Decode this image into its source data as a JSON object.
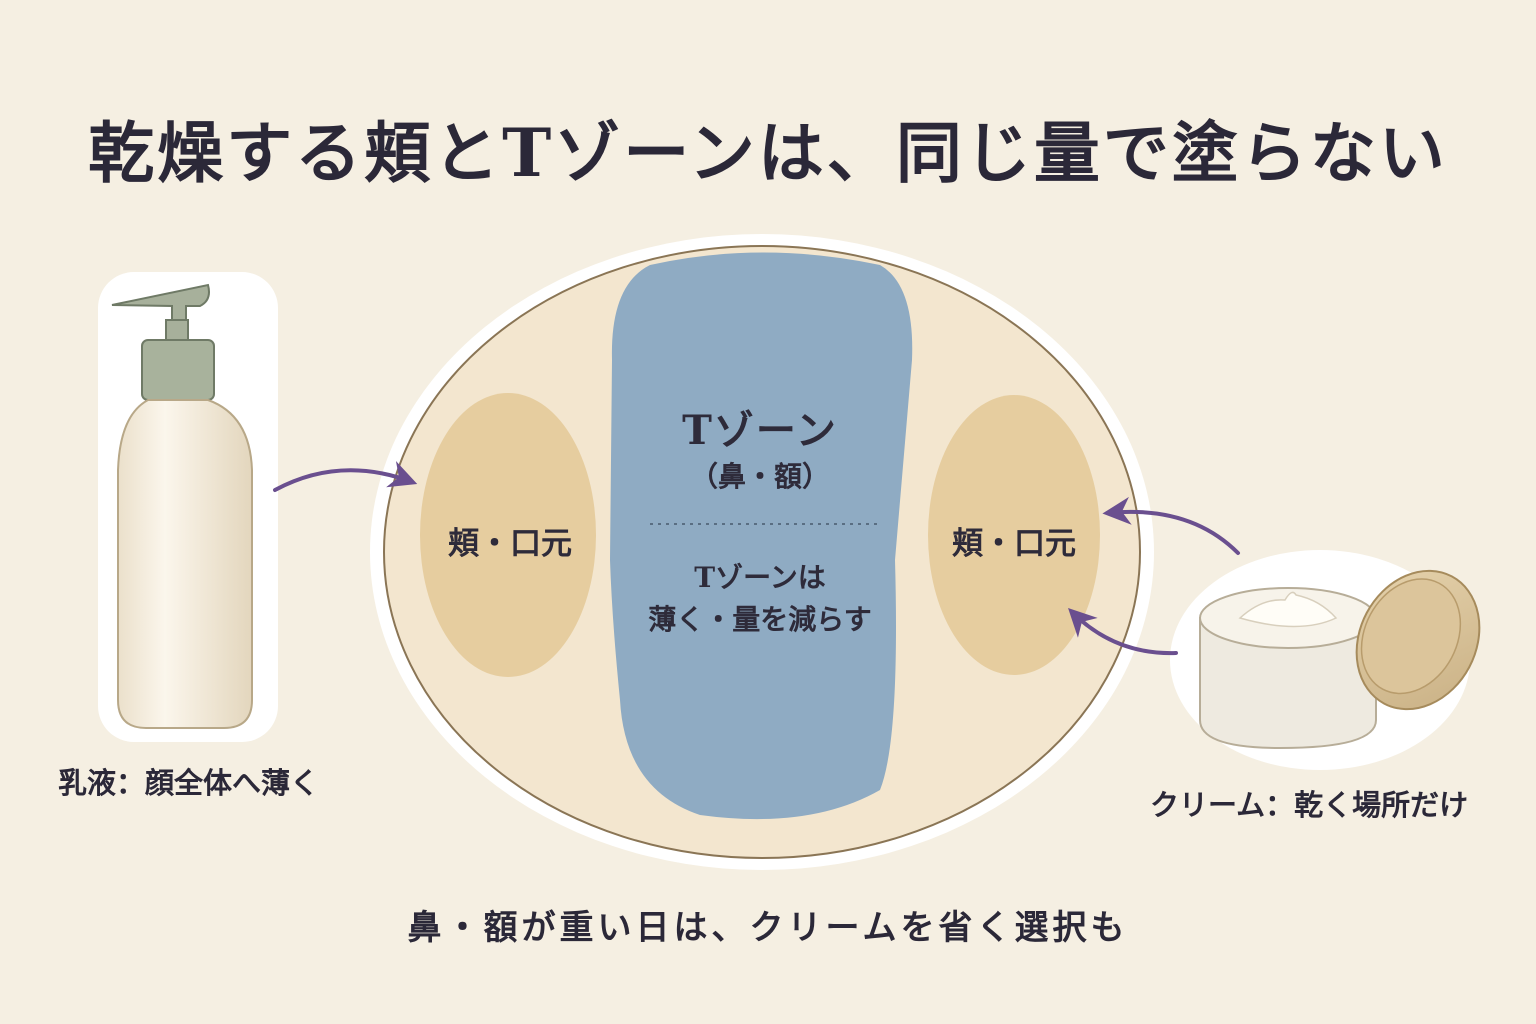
{
  "title": "乾燥する頬とTゾーンは、同じ量で塗らない",
  "face": {
    "tzone_title": "Tゾーン",
    "tzone_sub": "（鼻・額）",
    "tzone_note_line1": "Tゾーンは",
    "tzone_note_line2": "薄く・量を減らす",
    "cheek_left_label": "頬・口元",
    "cheek_right_label": "頬・口元"
  },
  "products": {
    "lotion_caption": "乳液：顔全体へ薄く",
    "cream_caption": "クリーム：乾く場所だけ"
  },
  "footer": "鼻・額が重い日は、クリームを省く選択も",
  "colors": {
    "background": "#f5efe2",
    "face_fill": "#f3e6cf",
    "tzone_fill": "#8fabc3",
    "cheek_fill": "#e6cd9f",
    "arrow": "#6a4f8f"
  },
  "icons": {
    "lotion": "pump-bottle-icon",
    "cream": "cream-jar-icon",
    "arrows": "curved-arrow-icon"
  }
}
